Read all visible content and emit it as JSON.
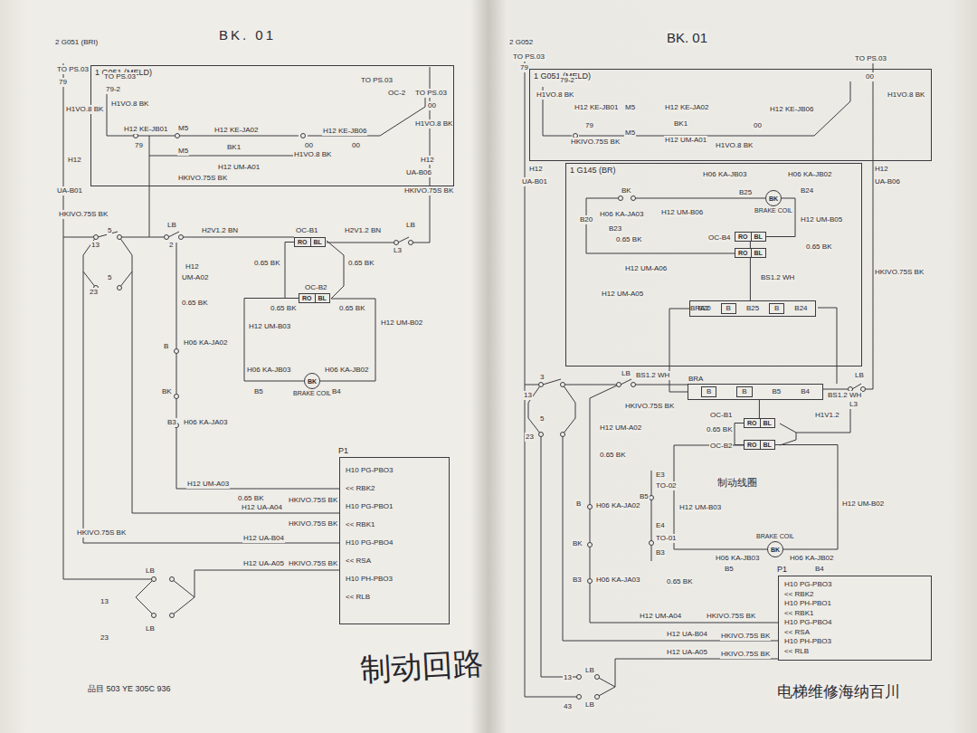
{
  "diagram": {
    "title": "BK. 01",
    "caption": "制动回路",
    "nodes": [
      {
        "text": [
          "1 G051 (MELD)"
        ]
      },
      {
        "text": [
          "RO",
          "BL"
        ]
      },
      {
        "text": [
          "RO",
          "BL"
        ]
      },
      {
        "text": [
          "BK",
          "BRAKE COIL"
        ]
      },
      {
        "text": [
          "P1",
          "H10 PG-PBO3",
          "<< RBK2",
          "H10 PG-PBO1",
          "<< RBK1",
          "H10 PG-PBO4",
          "<< RSA",
          "H10 PH-PBO3",
          "<< RLB"
        ]
      },
      {
        "text": [
          "1 G051 (MELD)"
        ]
      },
      {
        "text": [
          "1 G145 (BR)"
        ]
      },
      {
        "text": [
          "BK",
          "BRAKE COIL"
        ],
        "in": 6
      },
      {
        "text": [
          "RO",
          "BL"
        ],
        "in": 6
      },
      {
        "text": [
          "RO",
          "BL"
        ],
        "in": 6
      },
      {
        "text": [
          "BRA2",
          "B20",
          "B",
          "B25",
          "B",
          "B24"
        ],
        "in": 6
      },
      {
        "text": [
          "BRA",
          "B",
          "B",
          "B5",
          "B4"
        ]
      },
      {
        "text": [
          "RO",
          "BL"
        ]
      },
      {
        "text": [
          "RO",
          "BL"
        ]
      },
      {
        "text": [
          "BK",
          "BRAKE COIL"
        ]
      },
      {
        "text": [
          "P1",
          "H10 PG-PBO3",
          "<< RBK2",
          "H10 PH-PBO1",
          "<< RBK1",
          "H10 PG-PBO4",
          "<< RSA",
          "H10 PH-PBO3",
          "<< RLB"
        ]
      }
    ],
    "edges": [
      {
        "from": 1,
        "to": 2,
        "arrow": "none"
      },
      {
        "from": 2,
        "to": 3,
        "arrow": "none"
      },
      {
        "from": 7,
        "to": 8,
        "arrow": "none"
      },
      {
        "from": 8,
        "to": 9,
        "arrow": "none"
      },
      {
        "from": 9,
        "to": 10,
        "arrow": "none"
      },
      {
        "from": 10,
        "to": 11,
        "arrow": "none"
      },
      {
        "from": 11,
        "to": 12,
        "arrow": "none"
      },
      {
        "from": 12,
        "to": 13,
        "arrow": "none"
      },
      {
        "from": 13,
        "to": 14,
        "arrow": "none"
      }
    ],
    "labels": [
      "2 G051 (BRI)",
      "TO PS.03",
      "79",
      "TO PS.03",
      "79-2",
      "H1VO.8 BK",
      "H12 KE-JB01",
      "M5",
      "H12 KE-JA02",
      "79",
      "M5",
      "BK1",
      "H12 KE-JB06",
      "00",
      "00",
      "TO PS.03",
      "OC-2",
      "TO PS.03",
      "00",
      "H1VO.8 BK",
      "H12 UM-A01",
      "HKIVO.75S BK",
      "H1VO.8 BK",
      "H1VO.8 BK",
      "H12",
      "UA-B01",
      "HKIVO.75S BK",
      "H12",
      "UA-B06",
      "HKIVO.75S BK",
      "5",
      "13",
      "LB",
      "2",
      "OC-B1",
      "H2V1.2 BN",
      "H2V1.2 BN",
      "LB",
      "L3",
      "0.65 BK",
      "0.65 BK",
      "OC-B2",
      "5",
      "23",
      "H12",
      "UM-A02",
      "0.65 BK",
      "0.65 BK",
      "0.65 BK",
      "H12 UM-B03",
      "H12 UM-B02",
      "B",
      "H06 KA-JA02",
      "H06 KA-JB03",
      "H06 KA-JB02",
      "B5",
      "B4",
      "BK",
      "B3",
      "H06 KA-JA03",
      "H12 UM-A03",
      "0.65 BK",
      "HKIVO.75S BK",
      "H12 UA-A04",
      "HKIVO.75S BK",
      "H12 UA-B04",
      "H12 UA-A05",
      "HKIVO.75S BK",
      "HKIVO.75S BK",
      "LB",
      "13",
      "LB",
      "23",
      "品目 503 YE 305C 936",
      "2 G052",
      "BK. 01",
      "TO PS.03",
      "79",
      "79-2",
      "H1VO.8 BK",
      "H12 KE-JB01",
      "M5",
      "H12 KE-JA02",
      "79",
      "M5",
      "BK1",
      "H12 UM-A01",
      "HKIVO.75S BK",
      "H12 KE-JB06",
      "00",
      "H1VO.8 BK",
      "TO PS.03",
      "00",
      "H1VO.8 BK",
      "H12",
      "UA-B01",
      "H12",
      "UA-B06",
      "HKIVO.75S BK",
      "BK",
      "B20",
      "H06 KA-JA03",
      "B23",
      "H12 UM-B06",
      "0.65 BK",
      "H12 UM-A06",
      "H06 KA-JB03",
      "H06 KA-JB02",
      "B25",
      "B24",
      "H12 UM-B05",
      "OC-B4",
      "0.65 BK",
      "BS1.2 WH",
      "H12 UM-A05",
      "3",
      "13",
      "LB",
      "BS1.2 WH",
      "BS1.2 WH",
      "LB",
      "L3",
      "5",
      "23",
      "HKIVO.75S BK",
      "H12 UM-A02",
      "0.65 BK",
      "OC-B1",
      "H1V1.2",
      "0.65 BK",
      "OC-B2",
      "B",
      "H06 KA-JA02",
      "E3",
      "TO-02",
      "B5",
      "H12 UM-B03",
      "制动线圈",
      "H12 UM-B02",
      "H06 KA-JB03",
      "H06 KA-JB02",
      "B5",
      "B4",
      "BK",
      "B3",
      "H06 KA-JA03",
      "E4",
      "TO-01",
      "B3",
      "0.65 BK",
      "H12 UM-A04",
      "HKIVO.75S BK",
      "H12 UA-B04",
      "HKIVO.75S BK",
      "H12 UA-A05",
      "HKIVO.75S BK",
      "LB",
      "13",
      "LB",
      "43",
      "电梯维修海纳百川"
    ]
  }
}
